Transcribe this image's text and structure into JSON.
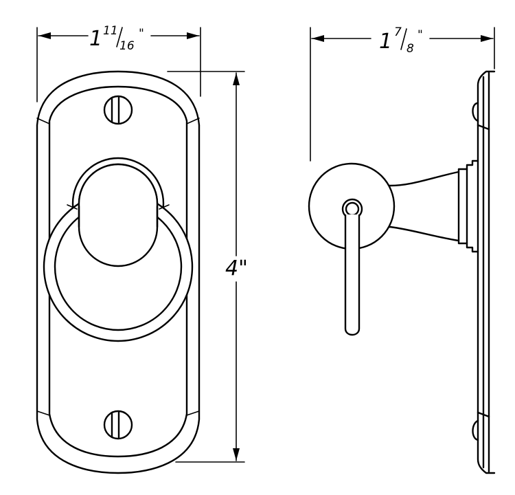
{
  "dimensions": {
    "front_width": {
      "whole": "1",
      "numerator": "11",
      "denominator": "16",
      "inch_mark": "\""
    },
    "height": {
      "text": "4\""
    },
    "side_depth": {
      "whole": "1",
      "numerator": "7",
      "denominator": "8",
      "inch_mark": "\""
    }
  },
  "colors": {
    "ink": "#000000",
    "background": "#ffffff"
  }
}
